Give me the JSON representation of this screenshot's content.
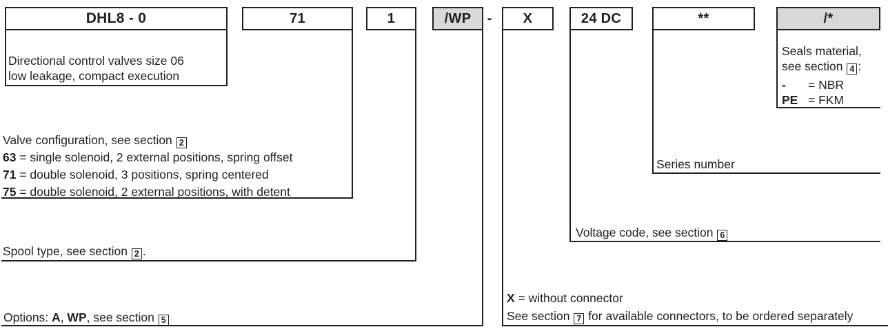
{
  "palette": {
    "text": "#231f20",
    "line": "#231f20",
    "highlight_fill": "#d9d9d9",
    "box_fill": "#ffffff"
  },
  "code_boxes": {
    "model": "DHL8 - 0",
    "valve_configuration": "71",
    "spool_type": "1",
    "options": "/WP",
    "separator": "-",
    "connector": "X",
    "voltage": "24 DC",
    "series": "**",
    "seals": "/*"
  },
  "notes": {
    "product": {
      "line1": "Directional control valves size 06",
      "line2": "low leakage, compact execution"
    },
    "valve_config": {
      "title_prefix": "Valve configuration, see section ",
      "section": "2",
      "items": [
        {
          "code": "63",
          "text": " = single solenoid, 2 external positions, spring offset"
        },
        {
          "code": "71",
          "text": " = double solenoid, 3 positions, spring centered"
        },
        {
          "code": "75",
          "text": " = double solenoid, 2 external positions, with detent"
        }
      ]
    },
    "spool": {
      "prefix": "Spool type, see section ",
      "section": "2",
      "suffix": "."
    },
    "options": {
      "p1": "Options: ",
      "b1": "A",
      "p2": ", ",
      "b2": "WP",
      "p3": ", see section ",
      "section": "5"
    },
    "connector": {
      "bold": "X",
      "text": " = without connector",
      "prefix": "See section ",
      "section": "7",
      "suffix": " for available connectors, to be ordered separately"
    },
    "voltage": {
      "prefix": "Voltage code, see section ",
      "section": "6"
    },
    "series": {
      "label": "Series number"
    },
    "seals": {
      "line1": "Seals material,",
      "prefix": "see section ",
      "section": "4",
      "suffix": ":",
      "items": [
        {
          "code": "-",
          "text": "= NBR"
        },
        {
          "code": "PE",
          "text": "= FKM"
        }
      ]
    }
  }
}
